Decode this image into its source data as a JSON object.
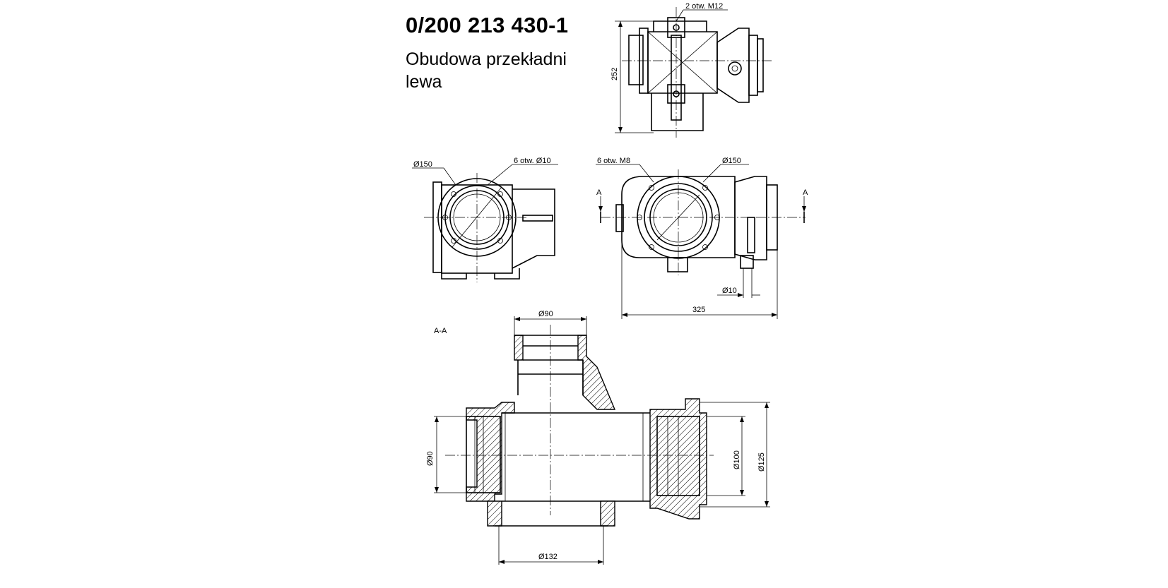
{
  "title": {
    "part_number": "0/200 213 430-1",
    "description_line1": "Obudowa przekładni",
    "description_line2": "lewa"
  },
  "top_view": {
    "holes_label": "2 otw. M12",
    "height_dim": "252"
  },
  "end_view": {
    "diameter_label": "Ø150",
    "holes_label": "6 otw. Ø10"
  },
  "front_view": {
    "holes_label": "6 otw. M8",
    "diameter_label": "Ø150",
    "section_mark_left": "A",
    "section_mark_right": "A",
    "small_diameter": "Ø10",
    "length_dim": "325"
  },
  "section_view": {
    "label": "A-A",
    "top_diameter": "Ø90",
    "left_diameter": "Ø90",
    "right_inner_diameter": "Ø100",
    "right_outer_diameter": "Ø125",
    "bottom_diameter": "Ø132"
  }
}
